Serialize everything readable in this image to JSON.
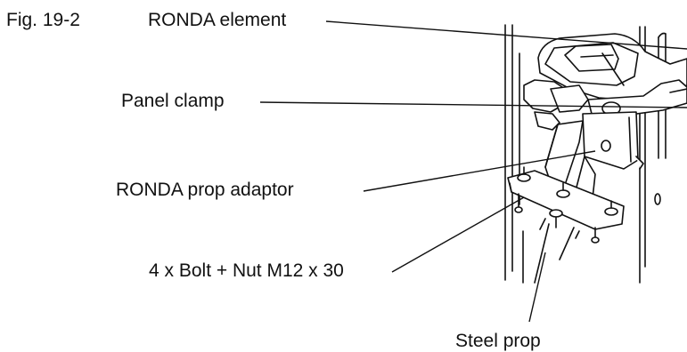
{
  "figure": {
    "number": "Fig. 19-2",
    "labels": {
      "ronda_element": "RONDA element",
      "panel_clamp": "Panel clamp",
      "prop_adaptor": "RONDA prop adaptor",
      "bolt_nut": "4 x Bolt + Nut M12 x 30",
      "steel_prop": "Steel prop"
    }
  }
}
